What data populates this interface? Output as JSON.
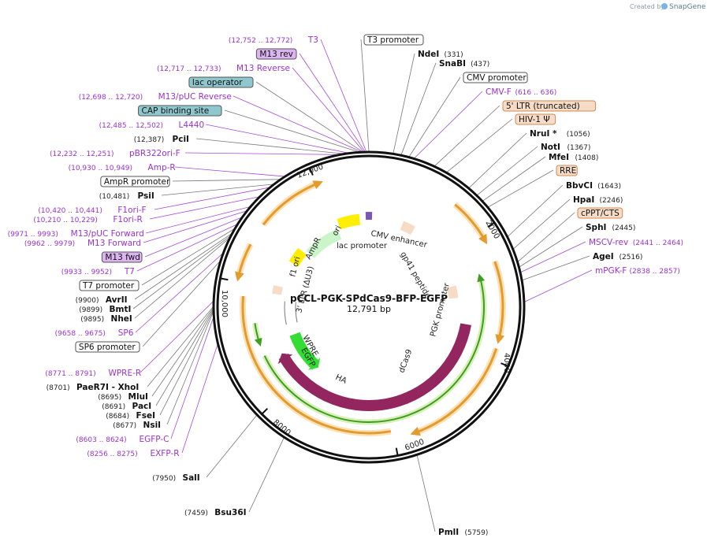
{
  "credit": "Created by",
  "brand": "SnapGene",
  "plasmid": {
    "name": "pCCL-PGK-SPdCas9-BFP-EGFP",
    "length": "12,791 bp"
  },
  "tick_labels": [
    "2000",
    "4000",
    "6000",
    "8000",
    "10,000",
    "12,000"
  ],
  "colors": {
    "enzyme": "#000000",
    "primer": "#9933cc",
    "primer_fill": "#dcb4f0",
    "feature_box": "#f6dcc6",
    "promoter_box": "#ffffff",
    "regulatory": "#8fc7cf",
    "cds_dcas9": "#93265e",
    "cds_orange": "#e49b2d",
    "cds_green": "#3f9d1f",
    "egfp": "#33dd33",
    "origin": "#ffee00",
    "ampr": "#c9f5c9"
  },
  "left_labels": [
    {
      "name": "T3",
      "coord": "(12,752 .. 12,772)",
      "kind": "primer"
    },
    {
      "name": "M13 rev",
      "coord": "",
      "kind": "primer_box"
    },
    {
      "name": "M13 Reverse",
      "coord": "(12,717 .. 12,733)",
      "kind": "primer"
    },
    {
      "name": "lac operator",
      "coord": "",
      "kind": "regulatory_box"
    },
    {
      "name": "M13/pUC Reverse",
      "coord": "(12,698 .. 12,720)",
      "kind": "primer"
    },
    {
      "name": "CAP binding site",
      "coord": "",
      "kind": "regulatory_box"
    },
    {
      "name": "L4440",
      "coord": "(12,485 .. 12,502)",
      "kind": "primer"
    },
    {
      "name": "PciI",
      "coord": "(12,387)",
      "kind": "enzyme"
    },
    {
      "name": "pBR322ori-F",
      "coord": "(12,232 .. 12,251)",
      "kind": "primer"
    },
    {
      "name": "Amp-R",
      "coord": "(10,930 .. 10,949)",
      "kind": "primer"
    },
    {
      "name": "AmpR promoter",
      "coord": "",
      "kind": "promoter_box"
    },
    {
      "name": "PsiI",
      "coord": "(10,481)",
      "kind": "enzyme"
    },
    {
      "name": "F1ori-F",
      "coord": "(10,420 .. 10,441)",
      "kind": "primer"
    },
    {
      "name": "F1ori-R",
      "coord": "(10,210 .. 10,229)",
      "kind": "primer"
    },
    {
      "name": "M13/pUC Forward",
      "coord": "(9971 .. 9993)",
      "kind": "primer"
    },
    {
      "name": "M13 Forward",
      "coord": "(9962 .. 9979)",
      "kind": "primer"
    },
    {
      "name": "M13 fwd",
      "coord": "",
      "kind": "primer_box"
    },
    {
      "name": "T7",
      "coord": "(9933 .. 9952)",
      "kind": "primer"
    },
    {
      "name": "T7 promoter",
      "coord": "",
      "kind": "promoter_box"
    },
    {
      "name": "AvrII",
      "coord": "(9900)",
      "kind": "enzyme"
    },
    {
      "name": "BmtI",
      "coord": "(9899)",
      "kind": "enzyme"
    },
    {
      "name": "NheI",
      "coord": "(9895)",
      "kind": "enzyme"
    },
    {
      "name": "SP6",
      "coord": "(9658 .. 9675)",
      "kind": "primer"
    },
    {
      "name": "SP6 promoter",
      "coord": "",
      "kind": "promoter_box"
    },
    {
      "name": "WPRE-R",
      "coord": "(8771 .. 8791)",
      "kind": "primer"
    },
    {
      "name": "PaeR7I - XhoI",
      "coord": "(8701)",
      "kind": "enzyme"
    },
    {
      "name": "MluI",
      "coord": "(8695)",
      "kind": "enzyme"
    },
    {
      "name": "PacI",
      "coord": "(8691)",
      "kind": "enzyme"
    },
    {
      "name": "FseI",
      "coord": "(8684)",
      "kind": "enzyme"
    },
    {
      "name": "NsiI",
      "coord": "(8677)",
      "kind": "enzyme"
    },
    {
      "name": "EGFP-C",
      "coord": "(8603 .. 8624)",
      "kind": "primer"
    },
    {
      "name": "EXFP-R",
      "coord": "(8256 .. 8275)",
      "kind": "primer"
    },
    {
      "name": "SalI",
      "coord": "(7950)",
      "kind": "enzyme"
    },
    {
      "name": "Bsu36I",
      "coord": "(7459)",
      "kind": "enzyme"
    }
  ],
  "right_labels": [
    {
      "name": "T3 promoter",
      "coord": "",
      "kind": "promoter_box"
    },
    {
      "name": "NdeI",
      "coord": "(331)",
      "kind": "enzyme"
    },
    {
      "name": "SnaBI",
      "coord": "(437)",
      "kind": "enzyme"
    },
    {
      "name": "CMV promoter",
      "coord": "",
      "kind": "promoter_box"
    },
    {
      "name": "CMV-F",
      "coord": "(616 .. 636)",
      "kind": "primer"
    },
    {
      "name": "5' LTR (truncated)",
      "coord": "",
      "kind": "feature_box"
    },
    {
      "name": "HIV-1 Ψ",
      "coord": "",
      "kind": "feature_box"
    },
    {
      "name": "NruI *",
      "coord": "(1056)",
      "kind": "enzyme"
    },
    {
      "name": "NotI",
      "coord": "(1367)",
      "kind": "enzyme"
    },
    {
      "name": "MfeI",
      "coord": "(1408)",
      "kind": "enzyme"
    },
    {
      "name": "RRE",
      "coord": "",
      "kind": "feature_box"
    },
    {
      "name": "BbvCI",
      "coord": "(1643)",
      "kind": "enzyme"
    },
    {
      "name": "HpaI",
      "coord": "(2246)",
      "kind": "enzyme"
    },
    {
      "name": "cPPT/CTS",
      "coord": "",
      "kind": "feature_box"
    },
    {
      "name": "SphI",
      "coord": "(2445)",
      "kind": "enzyme"
    },
    {
      "name": "MSCV-rev",
      "coord": "(2441 .. 2464)",
      "kind": "primer"
    },
    {
      "name": "AgeI",
      "coord": "(2516)",
      "kind": "enzyme"
    },
    {
      "name": "mPGK-F",
      "coord": "(2838 .. 2857)",
      "kind": "primer"
    },
    {
      "name": "PmlI",
      "coord": "(5759)",
      "kind": "enzyme"
    }
  ],
  "feature_labels": {
    "ori": "ori",
    "lac_promoter": "lac promoter",
    "cmv_enhancer": "CMV enhancer",
    "gp41": "gp41 peptide",
    "pgk": "PGK promoter",
    "dcas9": "dCas9",
    "ha": "HA",
    "egfp": "EGFP",
    "wpre": "WPRE",
    "ltr3": "3' LTR (ΔU3)",
    "f1ori": "f1 ori",
    "ampr": "AmpR"
  }
}
